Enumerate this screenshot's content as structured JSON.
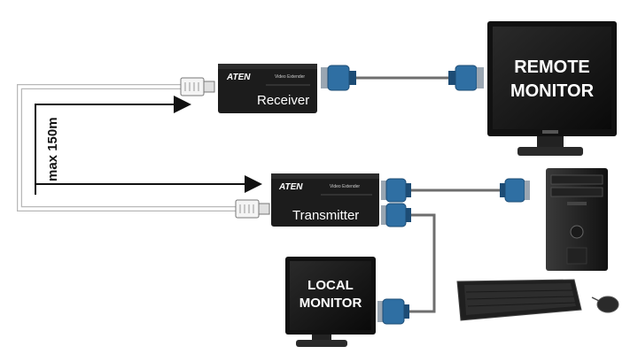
{
  "receiver": {
    "brand": "ATEN",
    "product_line": "Video Extender",
    "label": "Receiver"
  },
  "transmitter": {
    "brand": "ATEN",
    "product_line": "Video Extender",
    "label": "Transmitter"
  },
  "remote_monitor": {
    "line1": "REMOTE",
    "line2": "MONITOR"
  },
  "local_monitor": {
    "line1": "LOCAL",
    "line2": "MONITOR"
  },
  "cable": {
    "distance_label": "max 150m"
  },
  "colors": {
    "device_body": "#1c1c1c",
    "vga_blue": "#2f6fa3",
    "cable_gray": "#6e6e6e",
    "arrow": "#111111"
  }
}
